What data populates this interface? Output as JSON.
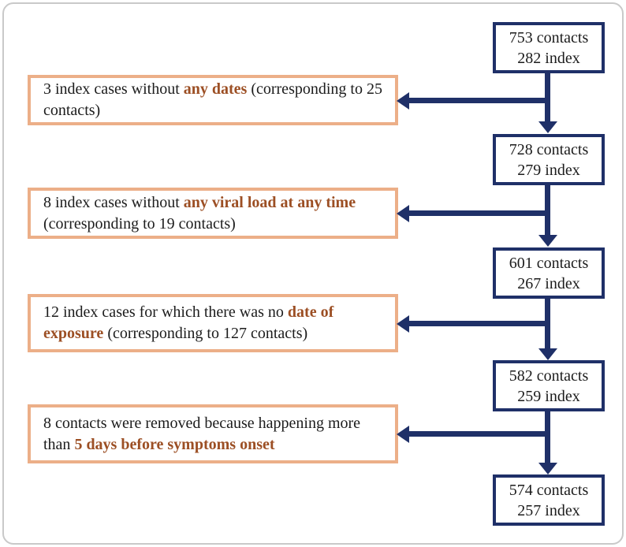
{
  "flowchart": {
    "nodes": [
      {
        "line1": "753 contacts",
        "line2": "282 index"
      },
      {
        "line1": "728 contacts",
        "line2": "279 index"
      },
      {
        "line1": "601 contacts",
        "line2": "267 index"
      },
      {
        "line1": "582 contacts",
        "line2": "259 index"
      },
      {
        "line1": "574 contacts",
        "line2": "257 index"
      }
    ],
    "exclusions": [
      {
        "pre": "3 index cases without ",
        "highlight": "any dates",
        "post": " (corresponding to 25 contacts)"
      },
      {
        "pre": "8 index cases without ",
        "highlight": "any viral load at any time",
        "post": " (corresponding to 19 contacts)"
      },
      {
        "pre": "12 index cases for which there was no ",
        "highlight": "date of exposure",
        "post": " (corresponding to 127 contacts)"
      },
      {
        "pre": "8 contacts were removed because happening more than ",
        "highlight": "5 days before symptoms onset",
        "post": ""
      }
    ],
    "colors": {
      "node_border": "#1f3068",
      "arrow": "#1f3068",
      "exclusion_border": "#ecaf88",
      "highlight_text": "#9c4f24",
      "text": "#1c1c1c"
    }
  }
}
